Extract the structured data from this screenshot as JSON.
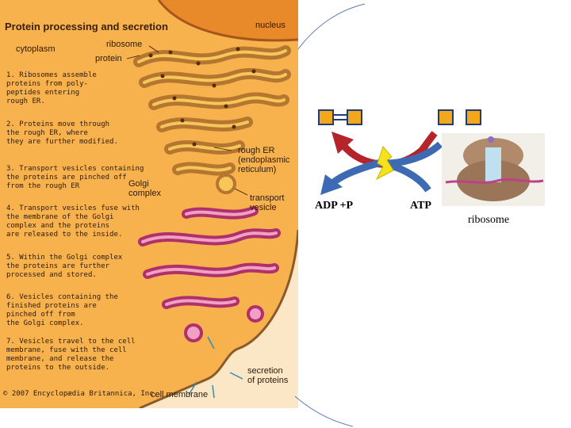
{
  "figure": {
    "title": "Protein processing and secretion",
    "labels": {
      "nucleus": "nucleus",
      "cytoplasm": "cytoplasm",
      "ribosome": "ribosome",
      "protein": "protein",
      "rough_er": "rough ER\n(endoplasmic\nreticulum)",
      "golgi": "Golgi\ncomplex",
      "transport_vesicle": "transport\nvesicle",
      "secretion": "secretion\nof proteins",
      "cell_membrane": "cell membrane"
    },
    "steps": [
      "1. Ribosomes assemble\nproteins from poly-\npeptides entering\nrough ER.",
      "2. Proteins move through\nthe rough ER, where\nthey are further modified.",
      "3. Transport vesicles containing\nthe proteins are pinched off\nfrom the rough ER",
      "4. Transport vesicles fuse with\nthe membrane of the Golgi\ncomplex and the proteins\nare released to the inside.",
      "5. Within the Golgi complex\nthe proteins are further\nprocessed and stored.",
      "6. Vesicles containing the\nfinished proteins are\npinched off from\nthe Golgi complex.",
      "7. Vesicles travel to the cell\nmembrane, fuse with the cell\nmembrane, and release the\nproteins to the outside."
    ],
    "credit": "© 2007 Encyclopædia Britannica, Inc."
  },
  "reaction": {
    "left_label": "ADP +P",
    "right_label": "ATP",
    "ribosome_label": "ribosome"
  },
  "colors": {
    "cytoplasm": "#f7b24e",
    "er": "#b5762f",
    "golgi": "#b0306a",
    "square": "#f2a81a",
    "blue_arrow": "#3d6bb3",
    "red_arrow": "#b5242a",
    "bolt": "#f5e11c"
  }
}
